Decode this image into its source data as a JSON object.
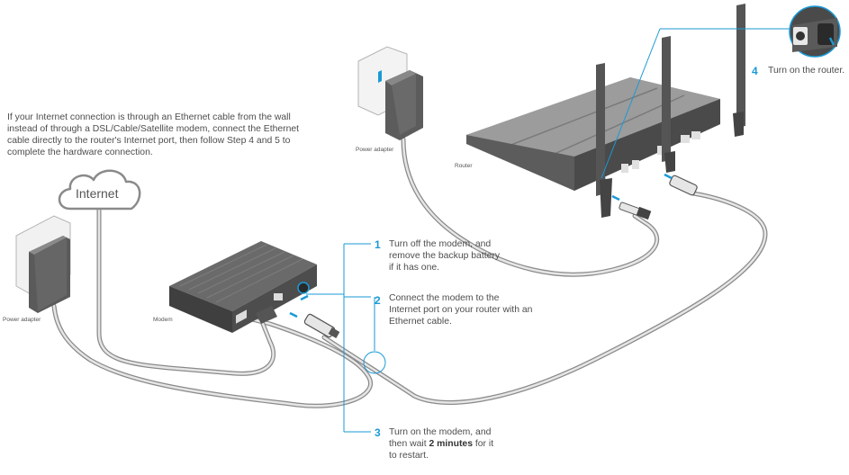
{
  "intro_text": "If your Internet connection is through an Ethernet cable from the wall instead of through a DSL/Cable/Satellite modem, connect the Ethernet cable directly to the router's Internet port, then follow Step 4 and 5 to complete the hardware connection.",
  "cloud_label": "Internet",
  "labels": {
    "power_adapter_left": "Power adapter",
    "power_adapter_top": "Power adapter",
    "modem": "Modem",
    "router": "Router"
  },
  "steps": [
    {
      "num": "1",
      "text": "Turn off the modem, and remove the backup battery if it has one."
    },
    {
      "num": "2",
      "text": "Connect the modem to the Internet port on your router with an Ethernet cable."
    },
    {
      "num": "3",
      "text_before": "Turn on the modem, and then wait ",
      "text_bold": "2 minutes",
      "text_after": " for it to restart."
    },
    {
      "num": "4",
      "text": "Turn on the router."
    }
  ],
  "colors": {
    "accent": "#1a9ad6",
    "device_dark": "#4a4a4a",
    "cable": "#9a9a9a"
  }
}
